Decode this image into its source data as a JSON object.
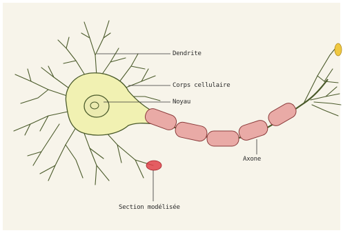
{
  "diagram": {
    "labels": {
      "dendrite": "Dendrite",
      "cell_body": "Corps cellulaire",
      "nucleus": "Noyau",
      "axon": "Axone",
      "section": "Section modélisée"
    },
    "colors": {
      "paper": "#f7f4ea",
      "cell_fill": "#f1f1b2",
      "cell_stroke": "#4a5a2a",
      "myelin_fill": "#e9aaa6",
      "myelin_stroke": "#8a3a3a",
      "section_highlight": "#e0424a",
      "terminal": "#f0c840",
      "leader": "#333333"
    }
  }
}
